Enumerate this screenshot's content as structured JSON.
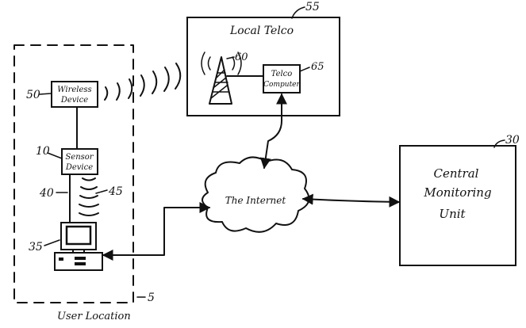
{
  "local_telco": {
    "title": "Local Telco",
    "ref": "55"
  },
  "tower": {
    "ref": "60"
  },
  "telco_computer": {
    "label_line1": "Telco",
    "label_line2": "Computer",
    "ref": "65"
  },
  "internet": {
    "label": "The Internet"
  },
  "central_monitoring": {
    "line1": "Central",
    "line2": "Monitoring",
    "line3": "Unit",
    "ref": "30"
  },
  "user_location": {
    "label": "User Location",
    "ref": "5"
  },
  "wireless_device": {
    "line1": "Wireless",
    "line2": "Device",
    "ref": "50"
  },
  "sensor_device": {
    "line1": "Sensor",
    "line2": "Device",
    "ref": "10"
  },
  "wire": {
    "ref": "40"
  },
  "sensor_signal": {
    "ref": "45"
  },
  "user_computer": {
    "ref": "35"
  }
}
